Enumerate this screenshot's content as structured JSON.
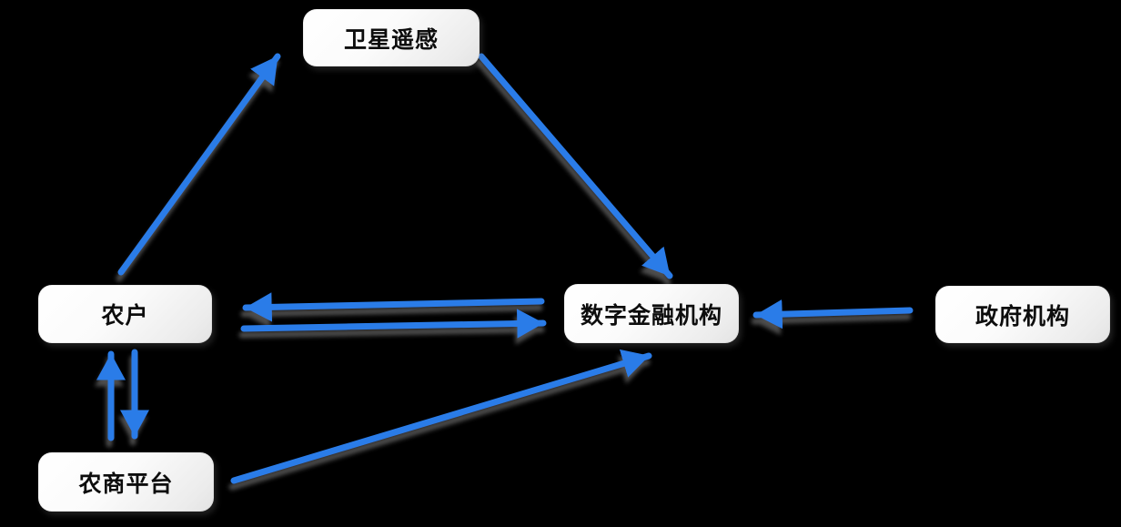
{
  "diagram": {
    "background_color": "#000000",
    "arrow_color": "#2a7ce8",
    "node_fill_color": "#ffffff",
    "node_text_color": "#0d0d0d",
    "nodes": {
      "satellite": {
        "label": "卫星遥感"
      },
      "farmer": {
        "label": "农户"
      },
      "digital_finance": {
        "label": "数字金融机构"
      },
      "government": {
        "label": "政府机构"
      },
      "agri_platform": {
        "label": "农商平台"
      }
    },
    "edges": [
      {
        "from": "农户",
        "to": "卫星遥感",
        "direction": "one-way"
      },
      {
        "from": "卫星遥感",
        "to": "数字金融机构",
        "direction": "one-way"
      },
      {
        "from": "数字金融机构",
        "to": "农户",
        "direction": "one-way"
      },
      {
        "from": "农户",
        "to": "数字金融机构",
        "direction": "one-way"
      },
      {
        "from": "政府机构",
        "to": "数字金融机构",
        "direction": "one-way"
      },
      {
        "from": "农商平台",
        "to": "农户",
        "direction": "one-way"
      },
      {
        "from": "农户",
        "to": "农商平台",
        "direction": "one-way"
      },
      {
        "from": "农商平台",
        "to": "数字金融机构",
        "direction": "one-way"
      }
    ]
  }
}
